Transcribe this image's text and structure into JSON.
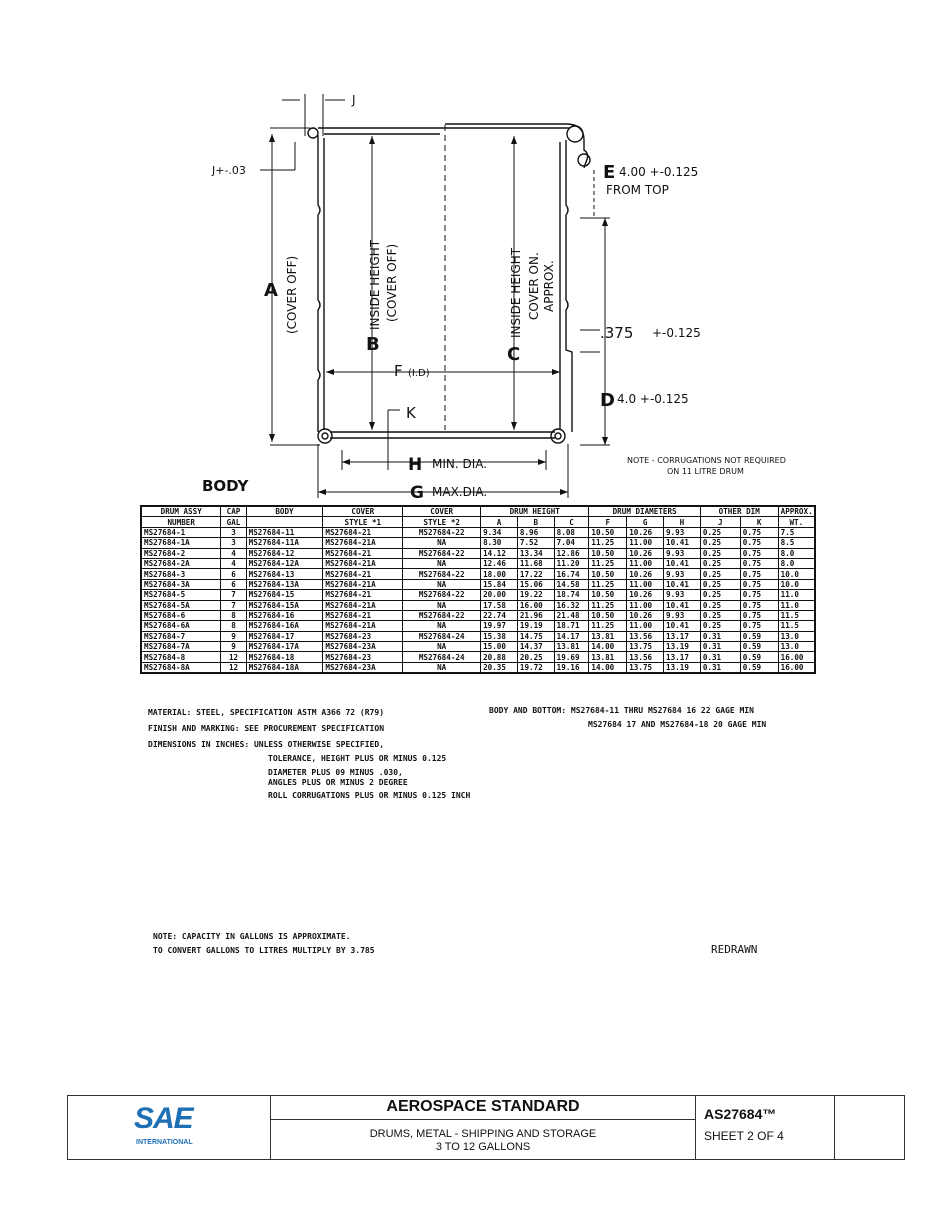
{
  "drawing": {
    "dim_j": "J",
    "dim_j_tol": "J+-.03",
    "dim_a": "A",
    "dim_a_note": "(COVER OFF)",
    "dim_b": "B",
    "dim_b_note1": "INSIDE HEIGHT",
    "dim_b_note2": "(COVER OFF)",
    "dim_c": "C",
    "dim_c_note1": "INSIDE HEIGHT",
    "dim_c_note2": "COVER ON.",
    "dim_c_note3": "APPROX.",
    "dim_e": "E",
    "dim_e_value": "4.00 +-0.125",
    "dim_e_note": "FROM TOP",
    "dim_375": ".375",
    "dim_375_tol": "+-0.125",
    "dim_d": "D",
    "dim_d_value": "4.0  +-0.125",
    "dim_f": "F",
    "dim_f_note": "(I.D)",
    "dim_k": "K",
    "dim_h": "H",
    "dim_h_note": "MIN. DIA.",
    "dim_g": "G",
    "dim_g_note": "MAX.DIA.",
    "body_label": "BODY",
    "corrugation_note1": "NOTE - CORRUGATIONS NOT REQUIRED",
    "corrugation_note2": "ON 11 LITRE DRUM"
  },
  "table": {
    "header1": [
      "DRUM ASSY",
      "CAP",
      "BODY",
      "COVER",
      "COVER",
      "DRUM HEIGHT",
      "DRUM DIAMETERS",
      "OTHER DIM",
      "APPROX."
    ],
    "header2": [
      "NUMBER",
      "GAL",
      "",
      "STYLE *1",
      "STYLE *2",
      "A",
      "B",
      "C",
      "F",
      "G",
      "H",
      "J",
      "K",
      "WT."
    ],
    "rows": [
      [
        "MS27684-1",
        "3",
        "MS27684-11",
        "MS27684-21",
        "MS27684-22",
        "9.34",
        "8.96",
        "8.08",
        "10.50",
        "10.26",
        "9.93",
        "0.25",
        "0.75",
        "7.5"
      ],
      [
        "MS27684-1A",
        "3",
        "MS27684-11A",
        "MS27684-21A",
        "NA",
        "8.30",
        "7.52",
        "7.04",
        "11.25",
        "11.00",
        "10.41",
        "0.25",
        "0.75",
        "8.5"
      ],
      [
        "MS27684-2",
        "4",
        "MS27684-12",
        "MS27684-21",
        "MS27684-22",
        "14.12",
        "13.34",
        "12.86",
        "10.50",
        "10.26",
        "9.93",
        "0.25",
        "0.75",
        "8.0"
      ],
      [
        "MS27684-2A",
        "4",
        "MS27684-12A",
        "MS27684-21A",
        "NA",
        "12.46",
        "11.68",
        "11.20",
        "11.25",
        "11.00",
        "10.41",
        "0.25",
        "0.75",
        "8.0"
      ],
      [
        "MS27684-3",
        "6",
        "MS27684-13",
        "MS27684-21",
        "MS27684-22",
        "18.00",
        "17.22",
        "16.74",
        "10.50",
        "10.26",
        "9.93",
        "0.25",
        "0.75",
        "10.0"
      ],
      [
        "MS27684-3A",
        "6",
        "MS27684-13A",
        "MS27684-21A",
        "NA",
        "15.84",
        "15.06",
        "14.58",
        "11.25",
        "11.00",
        "10.41",
        "0.25",
        "0.75",
        "10.0"
      ],
      [
        "MS27684-5",
        "7",
        "MS27684-15",
        "MS27684-21",
        "MS27684-22",
        "20.00",
        "19.22",
        "18.74",
        "10.50",
        "10.26",
        "9.93",
        "0.25",
        "0.75",
        "11.0"
      ],
      [
        "MS27684-5A",
        "7",
        "MS27684-15A",
        "MS27684-21A",
        "NA",
        "17.58",
        "16.00",
        "16.32",
        "11.25",
        "11.00",
        "10.41",
        "0.25",
        "0.75",
        "11.0"
      ],
      [
        "MS27684-6",
        "8",
        "MS27684-16",
        "MS27684-21",
        "MS27684-22",
        "22.74",
        "21.96",
        "21.48",
        "10.50",
        "10.26",
        "9.93",
        "0.25",
        "0.75",
        "11.5"
      ],
      [
        "MS27684-6A",
        "8",
        "MS27684-16A",
        "MS27684-21A",
        "NA",
        "19.97",
        "19.19",
        "18.71",
        "11.25",
        "11.00",
        "10.41",
        "0.25",
        "0.75",
        "11.5"
      ],
      [
        "MS27684-7",
        "9",
        "MS27684-17",
        "MS27684-23",
        "MS27684-24",
        "15.38",
        "14.75",
        "14.17",
        "13.81",
        "13.56",
        "13.17",
        "0.31",
        "0.59",
        "13.0"
      ],
      [
        "MS27684-7A",
        "9",
        "MS27684-17A",
        "MS27684-23A",
        "NA",
        "15.00",
        "14.37",
        "13.81",
        "14.00",
        "13.75",
        "13.19",
        "0.31",
        "0.59",
        "13.0"
      ],
      [
        "MS27684-8",
        "12",
        "MS27684-18",
        "MS27684-23",
        "MS27684-24",
        "20.88",
        "20.25",
        "19.69",
        "13.81",
        "13.56",
        "13.17",
        "0.31",
        "0.59",
        "16.00"
      ],
      [
        "MS27684-8A",
        "12",
        "MS27684-18A",
        "MS27684-23A",
        "NA",
        "20.35",
        "19.72",
        "19.16",
        "14.00",
        "13.75",
        "13.19",
        "0.31",
        "0.59",
        "16.00"
      ]
    ]
  },
  "notes": {
    "material": "MATERIAL: STEEL, SPECIFICATION ASTM A366 72 (R79)",
    "finish": "FINISH AND MARKING: SEE PROCUREMENT SPECIFICATION",
    "dimensions": "DIMENSIONS IN INCHES: UNLESS OTHERWISE SPECIFIED,",
    "tol_height": "TOLERANCE, HEIGHT PLUS OR MINUS 0.125",
    "tol_diameter": "DIAMETER PLUS 09 MINUS .030,",
    "tol_angles": "ANGLES PLUS OR MINUS 2 DEGREE",
    "tol_roll": "ROLL CORRUGATIONS PLUS OR MINUS 0.125 INCH",
    "gage1": "BODY AND BOTTOM: MS27684-11 THRU MS27684 16 22 GAGE MIN",
    "gage2": "MS27684 17 AND MS27684-18 20 GAGE MIN",
    "capacity1": "NOTE: CAPACITY IN GALLONS IS APPROXIMATE.",
    "capacity2": "TO CONVERT GALLONS TO LITRES MULTIPLY BY 3.785",
    "redrawn": "REDRAWN"
  },
  "title_block": {
    "logo_text": "SAE",
    "logo_sub": "INTERNATIONAL",
    "standard": "AEROSPACE STANDARD",
    "title_line1": "DRUMS, METAL - SHIPPING AND STORAGE",
    "title_line2": "3 TO 12 GALLONS",
    "doc_number": "AS27684™",
    "sheet": "SHEET 2 OF 4"
  }
}
